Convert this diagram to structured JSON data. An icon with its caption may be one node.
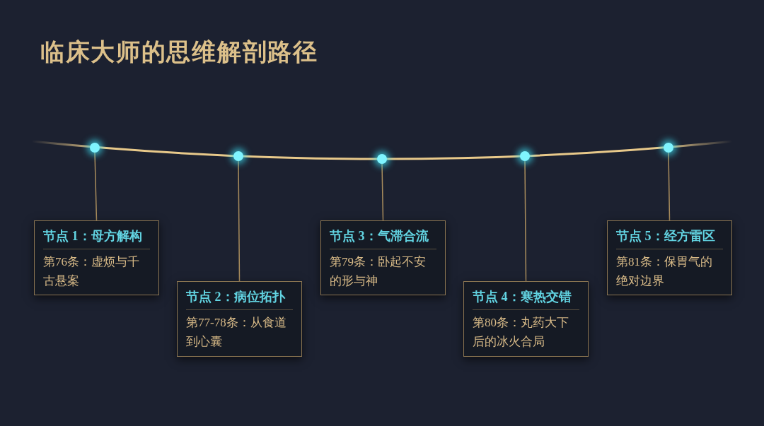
{
  "diagram": {
    "title": "临床大师的思维解剖路径",
    "nodes": [
      {
        "text": [],
        "shape": "circle"
      },
      {
        "text": [],
        "shape": "circle"
      },
      {
        "text": [],
        "shape": "circle"
      },
      {
        "text": [],
        "shape": "circle"
      },
      {
        "text": [],
        "shape": "circle"
      },
      {
        "text": [
          "节点 1：母方解构",
          "第76条：虚烦与千古悬案"
        ]
      },
      {
        "text": [
          "节点 2：病位拓扑",
          "第77-78条：从食道到心囊"
        ]
      },
      {
        "text": [
          "节点 3：气滞合流",
          "第79条：卧起不安的形与神"
        ]
      },
      {
        "text": [
          "节点 4：寒热交错",
          "第80条：丸药大下后的冰火合局"
        ]
      },
      {
        "text": [
          "节点 5：经方雷区",
          "第81条：保胃气的绝对边界"
        ]
      }
    ],
    "edges": [
      {
        "from": 0,
        "to": 5,
        "arrow": "none"
      },
      {
        "from": 1,
        "to": 6,
        "arrow": "none"
      },
      {
        "from": 2,
        "to": 7,
        "arrow": "none"
      },
      {
        "from": 3,
        "to": 8,
        "arrow": "none"
      },
      {
        "from": 4,
        "to": 9,
        "arrow": "none"
      }
    ]
  }
}
